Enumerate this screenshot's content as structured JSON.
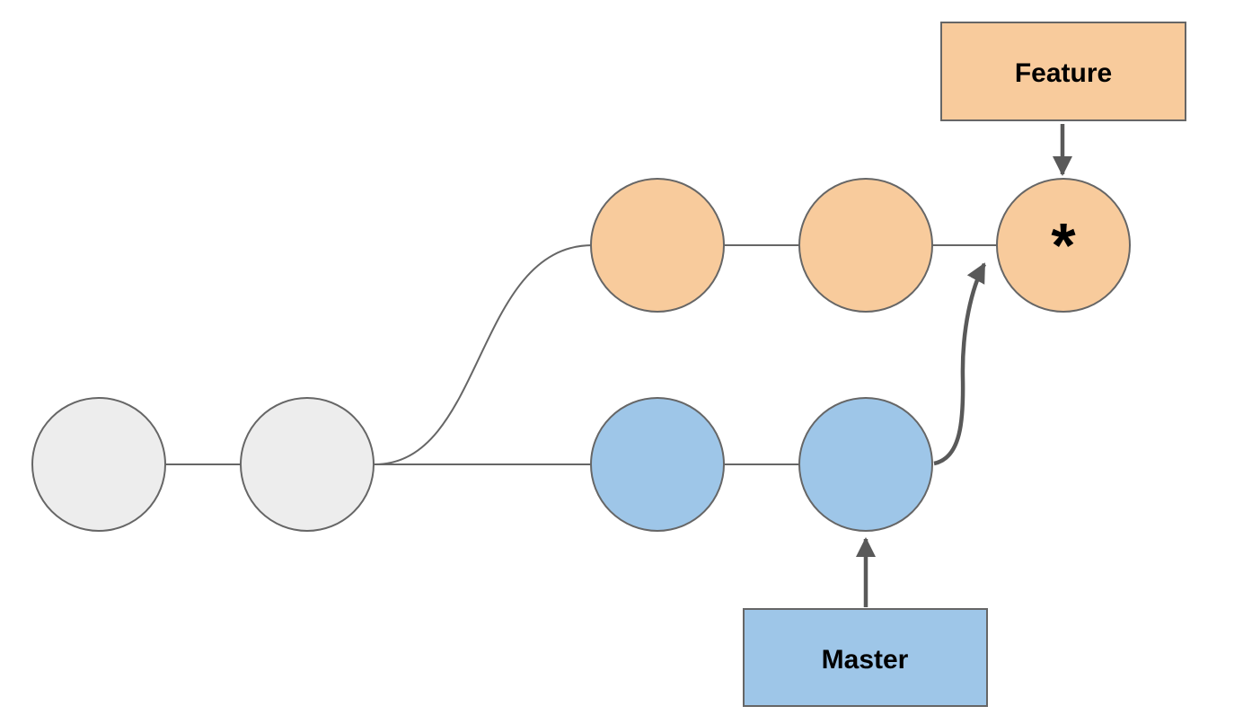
{
  "diagram": {
    "kind": "git-branch-merge-diagram",
    "labels": {
      "feature": "Feature",
      "master": "Master",
      "head_marker": "*"
    },
    "colors": {
      "background": "#ffffff",
      "feature_fill": "#f8cb9c",
      "master_fill": "#9ec6e8",
      "base_fill": "#ededed",
      "outline": "#666666",
      "arrow": "#595959",
      "label_text": "#000000"
    },
    "structure": {
      "base_commit_count": 2,
      "feature_commit_count": 3,
      "master_commit_count": 2,
      "merge_arrow_from": "master",
      "merge_arrow_to": "feature",
      "starred_commit_branch": "feature"
    }
  }
}
